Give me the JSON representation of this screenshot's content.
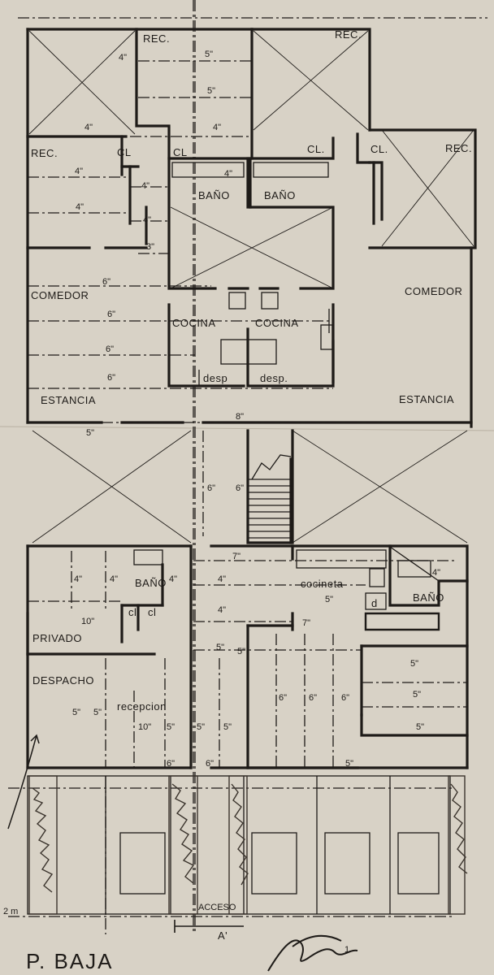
{
  "plan": {
    "title": "P. BAJA",
    "section_marker": "A'",
    "sheet_number": "1",
    "margin_note": "2\nm"
  },
  "rooms": {
    "rec_top_left": "REC.",
    "rec_top_right": "REC.",
    "rec_mid_left": "REC.",
    "rec_mid_right": "REC.",
    "cl_1": "CL",
    "cl_2": "CL",
    "cl_3": "CL.",
    "cl_4": "CL.",
    "bano_1": "BAÑO",
    "bano_2": "BAÑO",
    "comedor_left": "COMEDOR",
    "comedor_right": "COMEDOR",
    "cocina_1": "COCINA",
    "cocina_2": "COCINA",
    "desp_1": "desp",
    "desp_2": "desp.",
    "estancia_left": "ESTANCIA",
    "estancia_right": "ESTANCIA",
    "bano_lower_left": "BAÑO",
    "cl_lower_1": "cl",
    "cl_lower_2": "cl",
    "privado": "PRIVADO",
    "cocineta": "cocineta",
    "d": "d",
    "bano_lower_right": "BAÑO",
    "despacho": "DESPACHO",
    "recepcion": "recepcion",
    "acceso": "ACCESO"
  },
  "dims": {
    "d01": "4\"",
    "d02": "5\"",
    "d03": "5\"",
    "d04": "4\"",
    "d05": "4\"",
    "d06": "4\"",
    "d07": "4\"",
    "d08": "4\"",
    "d09": "4\"",
    "d10": "4\"",
    "d11": "3\"",
    "d12": "6\"",
    "d13": "6\"",
    "d14": "6\"",
    "d15": "6\"",
    "d16": "8\"",
    "d17": "5\"",
    "d18": "6\"",
    "d19": "6\"",
    "d20": "7\"",
    "d21": "4\"",
    "d22": "4\"",
    "d23": "4\"",
    "d24": "4\"",
    "d25": "5\"",
    "d26": "4\"",
    "d27": "10\"",
    "d28": "4\"",
    "d29": "7\"",
    "d30": "5\"",
    "d31": "5\"",
    "d32": "5\"",
    "d33": "5\"",
    "d34": "6\"",
    "d35": "6\"",
    "d36": "6\"",
    "d37": "5\"",
    "d38": "5\"",
    "d39": "5\"",
    "d40": "10\"",
    "d41": "5\"",
    "d42": "5\"",
    "d43": "5\"",
    "d44": "6\"",
    "d45": "6\"",
    "d46": "5\""
  },
  "colors": {
    "paper": "#d8d2c6",
    "ink": "#1e1b18",
    "hatch": "#3b342d"
  }
}
